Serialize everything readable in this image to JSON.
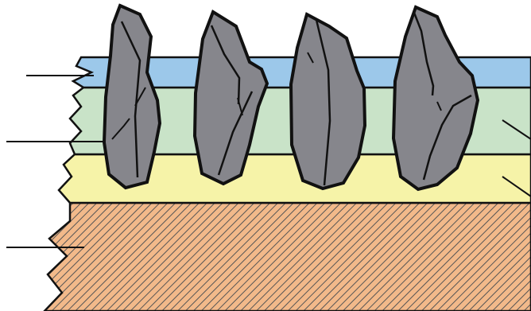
{
  "diagram": {
    "layers": [
      {
        "id": "water-layer",
        "fill": "#9cc8ea"
      },
      {
        "id": "soft-sediment-layer",
        "fill": "#c9e3c8"
      },
      {
        "id": "sand-layer",
        "fill": "#f6f3a8"
      },
      {
        "id": "bedrock-layer",
        "fill": "#f2b98a",
        "hatch": "#555555"
      }
    ],
    "stones": {
      "count": 4,
      "fill": "#86868c",
      "stroke": "#111111"
    },
    "callouts": {
      "left_count": 3,
      "right_count": 2
    }
  }
}
